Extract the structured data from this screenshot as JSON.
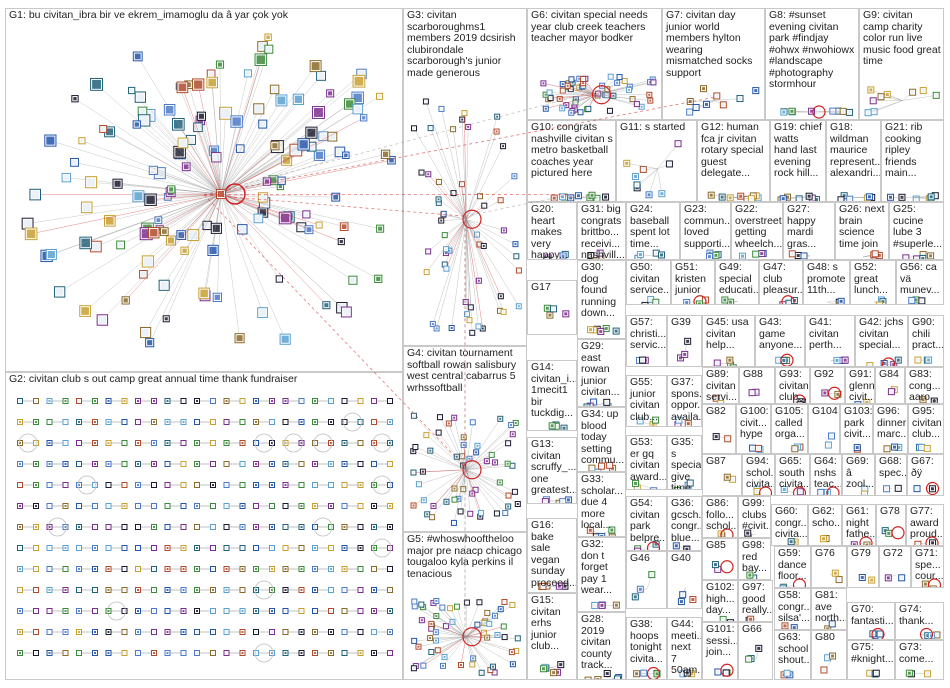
{
  "graph": {
    "groups": [
      {
        "id": "G1",
        "text": "G1: bu civitan_ibra bir ve ekrem_imamoglu da â yar çok yok"
      },
      {
        "id": "G2",
        "text": "G2: civitan club s out camp great annual time thank fundraiser"
      },
      {
        "id": "G3",
        "text": "G3: civitan scarboroughms1 members 2019 dcsirish clubirondale scarborough's junior made generous"
      },
      {
        "id": "G4",
        "text": "G4: civitan tournament softball rowan salisbury west central cabarrus 5 wrhssoftball"
      },
      {
        "id": "G5",
        "text": "G5: #whoswhooftheloo major pre naacp chicago tougaloo kyla perkins il tenacious"
      },
      {
        "id": "G6",
        "text": "G6: civitan special needs year club creek teachers teacher mayor bodker"
      },
      {
        "id": "G7",
        "text": "G7: civitan day junior world members hylton wearing mismatched socks support"
      },
      {
        "id": "G8",
        "text": "G8: #sunset evening civitan park #findjay #ohwx #nwohiowx #landscape #photography stormhour"
      },
      {
        "id": "G9",
        "text": "G9: civitan camp charity color run live music food great time"
      },
      {
        "id": "G10",
        "text": "G10: congrats nashville civitan s metro basketball coaches year pictured here"
      },
      {
        "id": "G11",
        "text": "G11: s started"
      },
      {
        "id": "G12",
        "text": "G12: human fca jr civitan rotary special guest delegate..."
      },
      {
        "id": "G19",
        "text": "G19: chief watts hand last evening rock hill..."
      },
      {
        "id": "G18",
        "text": "G18: wildman maurice represent... alexandri..."
      },
      {
        "id": "G21",
        "text": "G21: rib cooking ripley friends main..."
      },
      {
        "id": "G20",
        "text": "G20: heart makes very happy..."
      },
      {
        "id": "G31",
        "text": "G31: big congrats brittbo... receivi... nashvill..."
      },
      {
        "id": "G24",
        "text": "G24: baseball spent lot time..."
      },
      {
        "id": "G23",
        "text": "G23: commun... loved supporti..."
      },
      {
        "id": "G22",
        "text": "G22: overstreet getting wheelch..."
      },
      {
        "id": "G27",
        "text": "G27: happy mardi gras..."
      },
      {
        "id": "G26",
        "text": "G26: next brain science time join"
      },
      {
        "id": "G25",
        "text": "G25: cucine lube 3 #superle..."
      },
      {
        "id": "G30",
        "text": "G30: dog found running down..."
      },
      {
        "id": "G50",
        "text": "G50: civitan service..."
      },
      {
        "id": "G51",
        "text": "G51: kristen junior"
      },
      {
        "id": "G49",
        "text": "G49: special educati..."
      },
      {
        "id": "G47",
        "text": "G47: club pleasur..."
      },
      {
        "id": "G48",
        "text": "G48: s promote 11th..."
      },
      {
        "id": "G52",
        "text": "G52: great lunch..."
      },
      {
        "id": "G56",
        "text": "G56: ca vä munev..."
      },
      {
        "id": "G17",
        "text": "G17"
      },
      {
        "id": "G29",
        "text": "G29: east rowan junior civitan..."
      },
      {
        "id": "G57",
        "text": "G57: christi... servic..."
      },
      {
        "id": "G39",
        "text": "G39"
      },
      {
        "id": "G45",
        "text": "G45: usa civitan help..."
      },
      {
        "id": "G43",
        "text": "G43: game anyone..."
      },
      {
        "id": "G41",
        "text": "G41: civitan perth..."
      },
      {
        "id": "G42",
        "text": "G42: jchs civitan special..."
      },
      {
        "id": "G90",
        "text": "G90: chili pract..."
      },
      {
        "id": "G14",
        "text": "G14: civitan_i... 1mecit1 bir tuckdig..."
      },
      {
        "id": "G55",
        "text": "G55: junior civitan club..."
      },
      {
        "id": "G37",
        "text": "G37: spons... oppor... availa..."
      },
      {
        "id": "G89",
        "text": "G89: civitan servi..."
      },
      {
        "id": "G88",
        "text": "G88"
      },
      {
        "id": "G93",
        "text": "G93: civitan club..."
      },
      {
        "id": "G92",
        "text": "G92"
      },
      {
        "id": "G91",
        "text": "G91: glenn civit..."
      },
      {
        "id": "G84",
        "text": "G84"
      },
      {
        "id": "G83",
        "text": "G83: cong... aaro..."
      },
      {
        "id": "G34",
        "text": "G34: up blood today setting commu..."
      },
      {
        "id": "G82",
        "text": "G82"
      },
      {
        "id": "G100",
        "text": "G100: civit... hype"
      },
      {
        "id": "G105",
        "text": "G105: called orga..."
      },
      {
        "id": "G104",
        "text": "G104"
      },
      {
        "id": "G103",
        "text": "G103: park civit..."
      },
      {
        "id": "G96",
        "text": "G96: dinner marc..."
      },
      {
        "id": "G95",
        "text": "G95: civitan club..."
      },
      {
        "id": "G13",
        "text": "G13: civitan scruffy_... one greatest..."
      },
      {
        "id": "G53",
        "text": "G53: er gq civitan award..."
      },
      {
        "id": "G35",
        "text": "G35: s special give time..."
      },
      {
        "id": "G87",
        "text": "G87"
      },
      {
        "id": "G94",
        "text": "G94: schol... civita..."
      },
      {
        "id": "G65",
        "text": "G65: south civita..."
      },
      {
        "id": "G64",
        "text": "G64: nshs teac..."
      },
      {
        "id": "G69",
        "text": "G69: â zool..."
      },
      {
        "id": "G68",
        "text": "G68: spec..."
      },
      {
        "id": "G67",
        "text": "G67: ðÿ"
      },
      {
        "id": "G33",
        "text": "G33: scholar... due 4 more local..."
      },
      {
        "id": "G54",
        "text": "G54: civitan park belpre..."
      },
      {
        "id": "G36",
        "text": "G36: gcsch... congr... blue..."
      },
      {
        "id": "G86",
        "text": "G86: follo... schol..."
      },
      {
        "id": "G99",
        "text": "G99: clubs #civit..."
      },
      {
        "id": "G60",
        "text": "G60: congr... civita..."
      },
      {
        "id": "G62",
        "text": "G62: scho..."
      },
      {
        "id": "G61",
        "text": "G61: night fathe..."
      },
      {
        "id": "G78",
        "text": "G78"
      },
      {
        "id": "G77",
        "text": "G77: award proud..."
      },
      {
        "id": "G16",
        "text": "G16: bake sale vegan sunday proceed..."
      },
      {
        "id": "G32",
        "text": "G32: don t forget pay 1 wear..."
      },
      {
        "id": "G46",
        "text": "G46"
      },
      {
        "id": "G40",
        "text": "G40"
      },
      {
        "id": "G85",
        "text": "G85"
      },
      {
        "id": "G98",
        "text": "G98: red bay..."
      },
      {
        "id": "G59",
        "text": "G59: dance floor..."
      },
      {
        "id": "G76",
        "text": "G76"
      },
      {
        "id": "G79",
        "text": "G79"
      },
      {
        "id": "G72",
        "text": "G72"
      },
      {
        "id": "G71",
        "text": "G71: spe... cour..."
      },
      {
        "id": "G15",
        "text": "G15: civitan erhs junior club..."
      },
      {
        "id": "G28",
        "text": "G28: 2019 civitan county track..."
      },
      {
        "id": "G102",
        "text": "G102: high... day..."
      },
      {
        "id": "G97",
        "text": "G97: good really..."
      },
      {
        "id": "G58",
        "text": "G58: congr... silsa'..."
      },
      {
        "id": "G81",
        "text": "G81: ave north..."
      },
      {
        "id": "G70",
        "text": "G70: fantasti..."
      },
      {
        "id": "G74",
        "text": "G74: thank..."
      },
      {
        "id": "G38",
        "text": "G38: hoops tonight civita..."
      },
      {
        "id": "G44",
        "text": "G44: meeti... next 7 50am..."
      },
      {
        "id": "G101",
        "text": "G101: sessi... join..."
      },
      {
        "id": "G66",
        "text": "G66"
      },
      {
        "id": "G63",
        "text": "G63: school shout..."
      },
      {
        "id": "G80",
        "text": "G80"
      },
      {
        "id": "G75",
        "text": "G75: #knight..."
      },
      {
        "id": "G73",
        "text": "G73: come..."
      }
    ],
    "colors": {
      "border": "#c9c9c9",
      "edge": "#9a9a9a",
      "highlight_edge": "#d22020",
      "node_palette": [
        "#2255aa",
        "#1a1a2e",
        "#4a7ac8",
        "#7b2d8e",
        "#c8a030",
        "#3a8a3a",
        "#b04a2a",
        "#5aa0d0",
        "#8a6a2a",
        "#20607a"
      ]
    }
  }
}
